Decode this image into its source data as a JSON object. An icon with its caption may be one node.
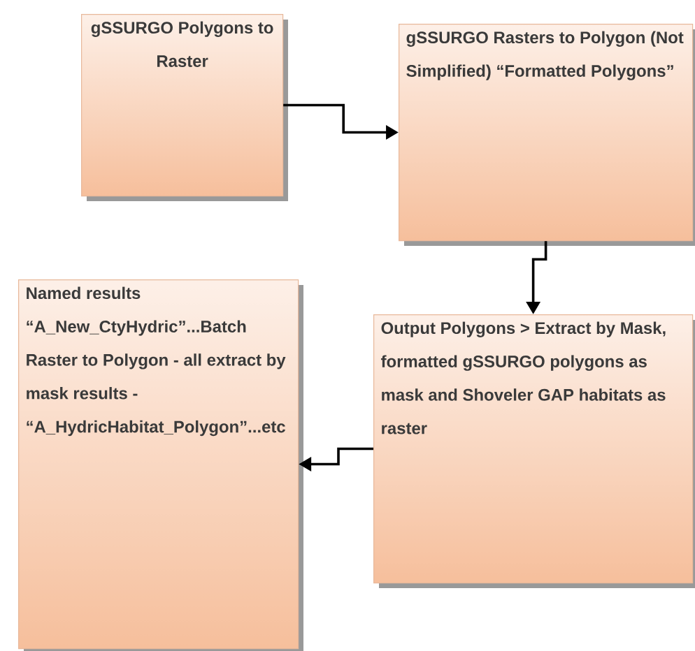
{
  "diagram": {
    "nodes": [
      {
        "text": [
          "gSSURGO Polygons to Raster"
        ]
      },
      {
        "text": [
          "gSSURGO Rasters to Polygon (Not Simplified) “Formatted Polygons”"
        ]
      },
      {
        "text": [
          "Output Polygons > Extract by Mask, formatted gSSURGO polygons as mask and Shoveler GAP habitats as raster"
        ]
      },
      {
        "text": [
          "Named results “A_New_CtyHydric”...Batch Raster to Polygon - all extract by mask results - “A_HydricHabitat_Polygon”...etc"
        ]
      }
    ],
    "edges": [
      {
        "from": 0,
        "to": 1,
        "arrow": "to"
      },
      {
        "from": 1,
        "to": 2,
        "arrow": "to"
      },
      {
        "from": 2,
        "to": 3,
        "arrow": "to"
      }
    ]
  }
}
